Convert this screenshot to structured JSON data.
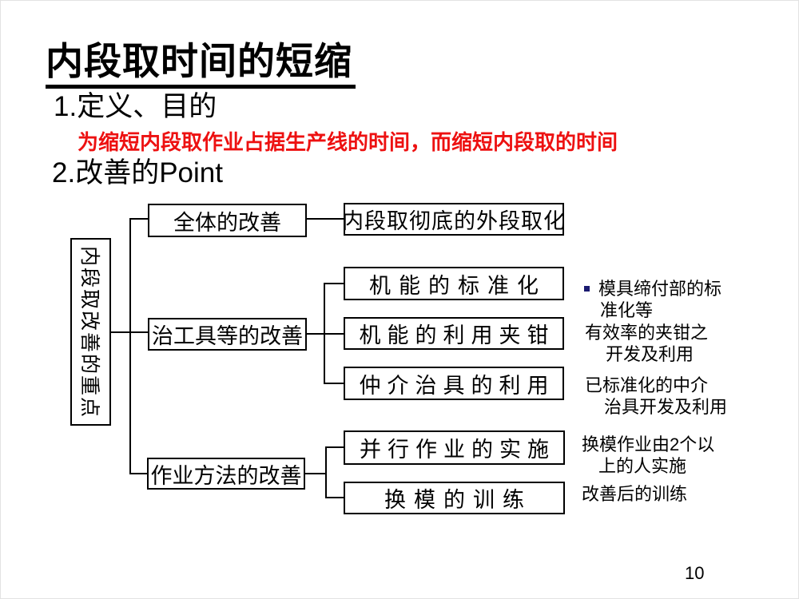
{
  "slide": {
    "title": "内段取时间的短缩",
    "section1": "1.定义、目的",
    "purpose": "为缩短内段取作业占据生产线的时间，而缩短内段取的时间",
    "section2": "2.改善的Point",
    "page_number": "10"
  },
  "diagram": {
    "root": "内段取改善的重点",
    "branches": [
      {
        "label": "全体的改善",
        "children": [
          "内段取彻底的外段取化"
        ]
      },
      {
        "label": "治工具等的改善",
        "children": [
          "机能的标准化",
          "机能的利用夹钳",
          "仲介治具的利用"
        ]
      },
      {
        "label": "作业方法的改善",
        "children": [
          "并行作业的实施",
          "换模的训练"
        ]
      }
    ],
    "annotations": [
      {
        "bullet": true,
        "lines": [
          "模具缔付部的标",
          "准化等"
        ]
      },
      {
        "bullet": false,
        "lines": [
          "有效率的夹钳之",
          "开发及利用"
        ]
      },
      {
        "bullet": false,
        "lines": [
          "已标准化的中介",
          "治具开发及利用"
        ]
      },
      {
        "bullet": false,
        "lines": [
          "换模作业由2个以",
          "上的人实施"
        ]
      },
      {
        "bullet": false,
        "lines": [
          "改善后的训练"
        ]
      }
    ]
  },
  "colors": {
    "accent_red": "#ed1111",
    "bullet_navy": "#1a1a70",
    "line_black": "#000000"
  }
}
